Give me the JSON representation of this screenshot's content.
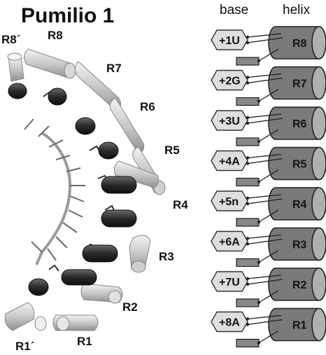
{
  "title": "Pumilio 1",
  "structure_labels": [
    "R8´",
    "R8",
    "R7",
    "R6",
    "R5",
    "R4",
    "R3",
    "R2",
    "R1",
    "R1´"
  ],
  "schematic": {
    "col_base": "base",
    "col_helix": "helix",
    "rows": [
      {
        "base": "+1U",
        "helix": "R8"
      },
      {
        "base": "+2G",
        "helix": "R7"
      },
      {
        "base": "+3U",
        "helix": "R6"
      },
      {
        "base": "+4A",
        "helix": "R5"
      },
      {
        "base": "+5n",
        "helix": "R4"
      },
      {
        "base": "+6A",
        "helix": "R3"
      },
      {
        "base": "+7U",
        "helix": "R2"
      },
      {
        "base": "+8A",
        "helix": "R1"
      }
    ]
  },
  "colors": {
    "hex_fill": "#dedede",
    "cyl_fill": "#7a7a7a",
    "cyl_cap": "#b0b0b0",
    "small_rect": "#888888"
  }
}
